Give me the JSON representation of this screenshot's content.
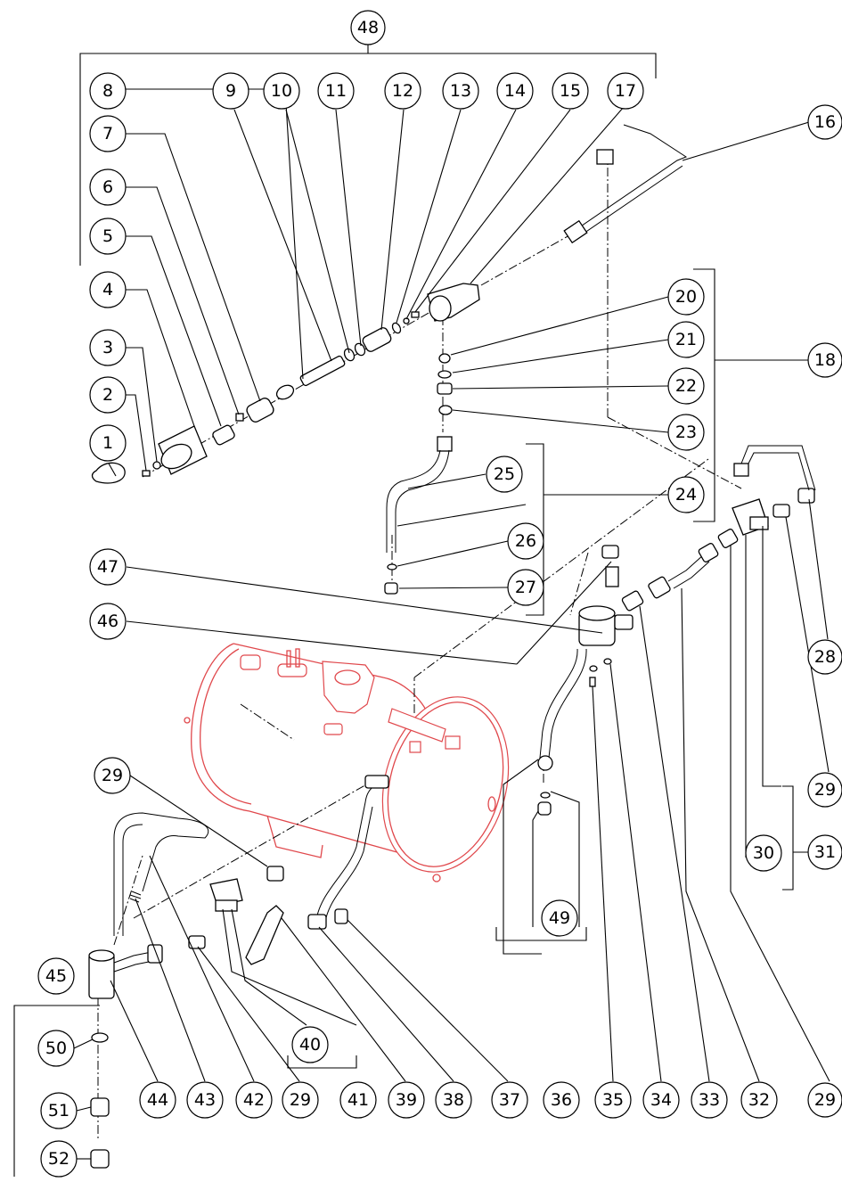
{
  "colors": {
    "line": "#000000",
    "boiler": "#e0484c",
    "background": "#ffffff"
  },
  "balloons": [
    {
      "id": "b48",
      "label": "48"
    },
    {
      "id": "b8",
      "label": "8"
    },
    {
      "id": "b9",
      "label": "9"
    },
    {
      "id": "b10",
      "label": "10"
    },
    {
      "id": "b11",
      "label": "11"
    },
    {
      "id": "b12",
      "label": "12"
    },
    {
      "id": "b13",
      "label": "13"
    },
    {
      "id": "b14",
      "label": "14"
    },
    {
      "id": "b15",
      "label": "15"
    },
    {
      "id": "b17",
      "label": "17"
    },
    {
      "id": "b16",
      "label": "16"
    },
    {
      "id": "b7",
      "label": "7"
    },
    {
      "id": "b6",
      "label": "6"
    },
    {
      "id": "b5",
      "label": "5"
    },
    {
      "id": "b4",
      "label": "4"
    },
    {
      "id": "b3",
      "label": "3"
    },
    {
      "id": "b2",
      "label": "2"
    },
    {
      "id": "b1",
      "label": "1"
    },
    {
      "id": "b20",
      "label": "20"
    },
    {
      "id": "b21",
      "label": "21"
    },
    {
      "id": "b22",
      "label": "22"
    },
    {
      "id": "b23",
      "label": "23"
    },
    {
      "id": "b18",
      "label": "18"
    },
    {
      "id": "b25",
      "label": "25"
    },
    {
      "id": "b24",
      "label": "24"
    },
    {
      "id": "b26",
      "label": "26"
    },
    {
      "id": "b27",
      "label": "27"
    },
    {
      "id": "b47",
      "label": "47"
    },
    {
      "id": "b46",
      "label": "46"
    },
    {
      "id": "b28",
      "label": "28"
    },
    {
      "id": "b29r",
      "label": "29"
    },
    {
      "id": "b30",
      "label": "30"
    },
    {
      "id": "b31",
      "label": "31"
    },
    {
      "id": "b29a",
      "label": "29"
    },
    {
      "id": "b49",
      "label": "49"
    },
    {
      "id": "b45",
      "label": "45"
    },
    {
      "id": "b50",
      "label": "50"
    },
    {
      "id": "b40",
      "label": "40"
    },
    {
      "id": "b51",
      "label": "51"
    },
    {
      "id": "b52",
      "label": "52"
    },
    {
      "id": "b44",
      "label": "44"
    },
    {
      "id": "b43",
      "label": "43"
    },
    {
      "id": "b42",
      "label": "42"
    },
    {
      "id": "b29b",
      "label": "29"
    },
    {
      "id": "b41",
      "label": "41"
    },
    {
      "id": "b39",
      "label": "39"
    },
    {
      "id": "b38",
      "label": "38"
    },
    {
      "id": "b37",
      "label": "37"
    },
    {
      "id": "b36",
      "label": "36"
    },
    {
      "id": "b35",
      "label": "35"
    },
    {
      "id": "b34",
      "label": "34"
    },
    {
      "id": "b33",
      "label": "33"
    },
    {
      "id": "b32",
      "label": "32"
    },
    {
      "id": "b29c",
      "label": "29"
    }
  ]
}
